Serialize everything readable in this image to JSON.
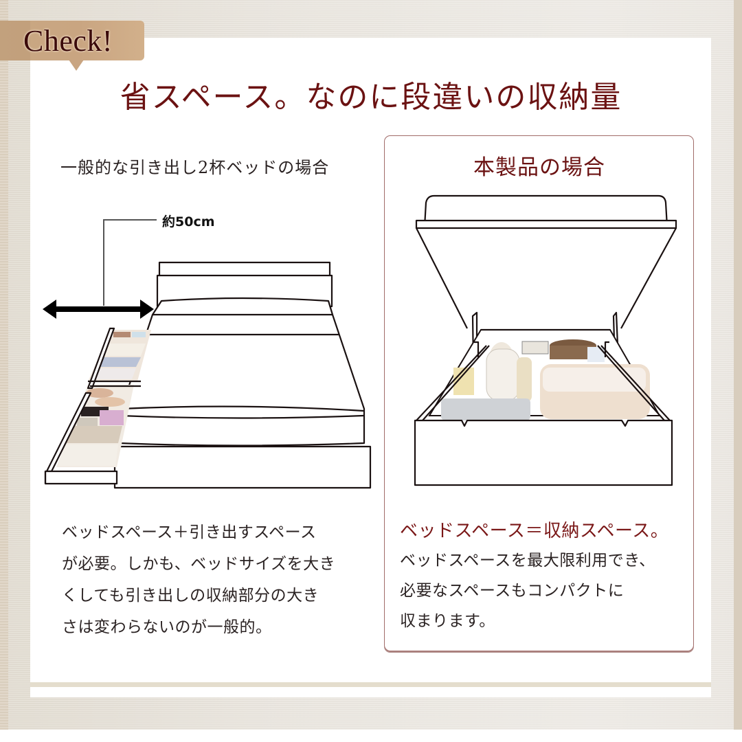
{
  "badge": {
    "label": "Check!"
  },
  "headline": "省スペース。なのに段違いの収納量",
  "comparison": {
    "conventional": {
      "title": "一般的な引き出し2杯ベッドの場合",
      "measurement": "約50cm",
      "description_lines": [
        "ベッドスペース＋引き出すスペース",
        "が必要。しかも、ベッドサイズを大き",
        "くしても引き出しの収納部分の大き",
        "さは変わらないのが一般的。"
      ]
    },
    "product": {
      "title": "本製品の場合",
      "lead": "ベッドスペース＝収納スペース。",
      "description_lines": [
        "ベッドスペースを最大限利用でき、",
        "必要なスペースもコンパクトに",
        "収まります。"
      ]
    }
  },
  "colors": {
    "accent": "#6b1212",
    "box_border": "#a06b68",
    "badge": "#c9a581",
    "body_text": "#2a2222"
  }
}
